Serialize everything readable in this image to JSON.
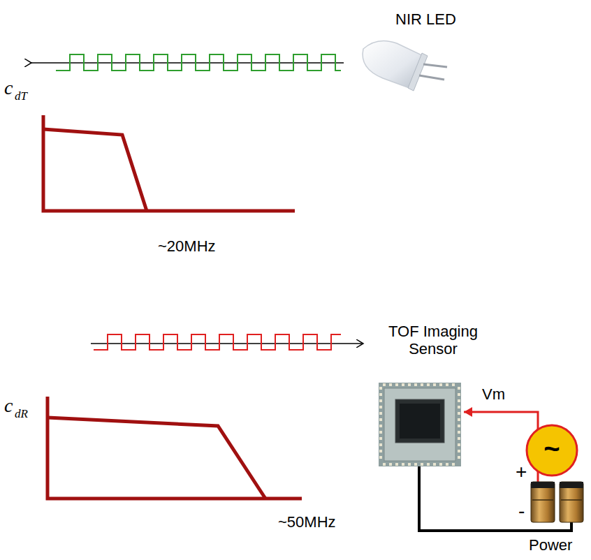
{
  "diagram": {
    "labels": [
      "NIR LED",
      "c",
      "dT",
      "~20MHz",
      "TOF Imaging Sensor",
      "c",
      "dR",
      "~50MHz",
      "Vm",
      "~",
      "+",
      "-",
      "Power"
    ]
  }
}
